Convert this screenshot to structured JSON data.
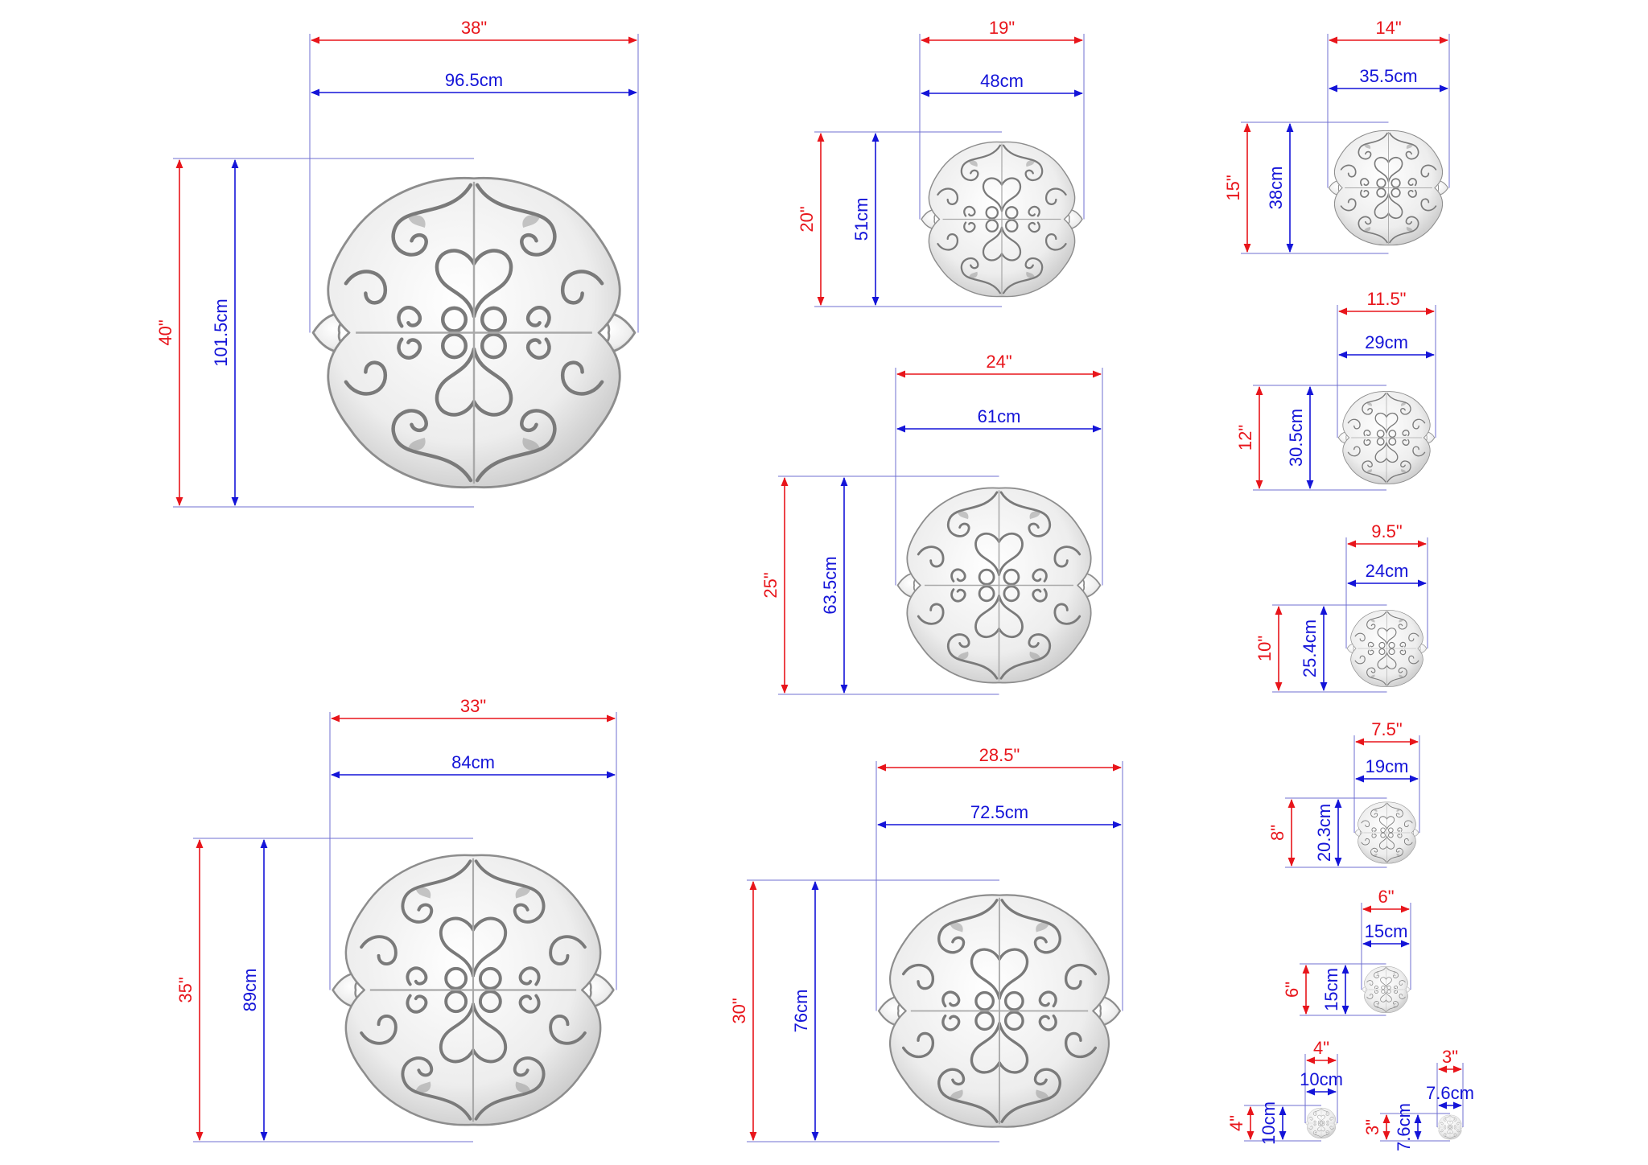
{
  "colors": {
    "inch": "#e8151b",
    "cm": "#1414d8",
    "guide": "#6f6fd0",
    "ornament_fill": "#f2f2f2",
    "ornament_shade": "#b9b9b9"
  },
  "ornament_icon": "baroque-scroll-medallion",
  "medallions": [
    {
      "id": "m38",
      "width_in": "38\"",
      "width_cm": "96.5cm",
      "height_in": "40\"",
      "height_cm": "101.5cm"
    },
    {
      "id": "m19",
      "width_in": "19\"",
      "width_cm": "48cm",
      "height_in": "20\"",
      "height_cm": "51cm"
    },
    {
      "id": "m14",
      "width_in": "14\"",
      "width_cm": "35.5cm",
      "height_in": "15\"",
      "height_cm": "38cm"
    },
    {
      "id": "m24",
      "width_in": "24\"",
      "width_cm": "61cm",
      "height_in": "25\"",
      "height_cm": "63.5cm"
    },
    {
      "id": "m11",
      "width_in": "11.5\"",
      "width_cm": "29cm",
      "height_in": "12\"",
      "height_cm": "30.5cm"
    },
    {
      "id": "m9",
      "width_in": "9.5\"",
      "width_cm": "24cm",
      "height_in": "10\"",
      "height_cm": "25.4cm"
    },
    {
      "id": "m33",
      "width_in": "33\"",
      "width_cm": "84cm",
      "height_in": "35\"",
      "height_cm": "89cm"
    },
    {
      "id": "m28",
      "width_in": "28.5\"",
      "width_cm": "72.5cm",
      "height_in": "30\"",
      "height_cm": "76cm"
    },
    {
      "id": "m7",
      "width_in": "7.5\"",
      "width_cm": "19cm",
      "height_in": "8\"",
      "height_cm": "20.3cm"
    },
    {
      "id": "m6",
      "width_in": "6\"",
      "width_cm": "15cm",
      "height_in": "6\"",
      "height_cm": "15cm"
    },
    {
      "id": "m4",
      "width_in": "4\"",
      "width_cm": "10cm",
      "height_in": "4\"",
      "height_cm": "10cm"
    },
    {
      "id": "m3",
      "width_in": "3\"",
      "width_cm": "7.6cm",
      "height_in": "3\"",
      "height_cm": "7.6cm"
    }
  ]
}
